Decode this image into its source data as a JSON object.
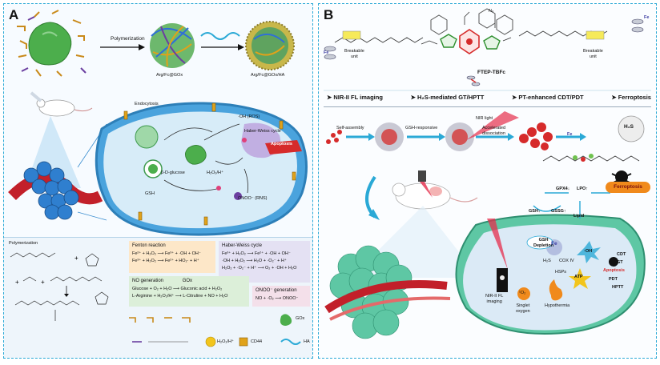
{
  "panel_a": {
    "label": "A",
    "synthesis": {
      "polymerization": "Polymerization",
      "product1": "Arg/Fc@GOx",
      "product2": "Arg/Fc@GOx/HA"
    },
    "cell": {
      "endocytosis": "Endocytosis",
      "oh_ros": "·OH\n(ROS)",
      "haber_weiss": "Haber-Weiss\ncycle",
      "apoptosis": "Apoptosis",
      "glucose": "β-D-glucose",
      "h2o2": "H₂O₂/H⁺",
      "gsh": "GSH",
      "onoo": "ONOO⁻\n(RNS)"
    },
    "legend": {
      "polymerization_title": "Polymerization",
      "fenton": {
        "title": "Fenton reaction",
        "eq1": "Fe²⁺ + H₂O₂ ⟶ Fe³⁺ + ·OH + OH⁻",
        "eq2": "Fe³⁺ + H₂O₂ ⟶ Fe²⁺ + HO₂· + H⁺"
      },
      "haber": {
        "title": "Haber-Weiss cycle",
        "eq1": "Fe³⁺ + H₂O₂ ⟶ Fe²⁺ + ·OH + OH⁻",
        "eq2": "·OH + H₂O₂ ⟶ H₂O + ·O₂⁻ + H⁺",
        "eq3": "H₂O₂ + ·O₂⁻ + H⁺ ⟶ O₂ + ·OH + H₂O"
      },
      "no": {
        "title": "NO generation",
        "gox": "GOx",
        "eq1": "Glucose + O₂ + H₂O ⟶ Gluconic acid + H₂O₂",
        "eq2": "L-Arginine + H₂O₂/H⁺ ⟶ L-Citruline + NO + H₂O"
      },
      "onoo": {
        "title": "ONOO⁻ generation",
        "eq": "NO + ·O₂ ⟶ ONOO⁻"
      },
      "gox_label": "GOx",
      "h2o2_label": "H₂O₂/H⁺",
      "cd44_label": "CD44",
      "ha_label": "HA"
    }
  },
  "panel_b": {
    "label": "B",
    "molecule": {
      "left_unit": "Breakable\nunit",
      "name": "FTEP-TBFc",
      "right_unit": "Breakable\nunit",
      "fe": "Fe",
      "n3": "N₃"
    },
    "features": [
      "NIR-II FL imaging",
      "H₂S-mediated GT/HPTT",
      "PT-enhanced CDT/PDT",
      "Ferroptosis"
    ],
    "process": {
      "self_assembly": "Self-assembly",
      "gsh_responsive": "GSH-responsive",
      "nir_light": "NIR light",
      "accelerated": "Accelerated\ndissociation",
      "h2s": "H₂S"
    },
    "ferro": {
      "gpx4": "GPX4↓",
      "lpo": "LPO↑",
      "gsh": "GSH↓",
      "gssg": "GSSG↑",
      "lipid": "Lipid",
      "ferroptosis": "Ferroptosis"
    },
    "tumor": {
      "gsh_depletion": "GSH\nDepletion",
      "fe": "Fe",
      "oh": "·OH",
      "cdt": "CDT",
      "gt": "GT",
      "pdt": "PDT",
      "hptt": "HPTT",
      "apoptosis": "Apoptosis",
      "cox": "COX IV",
      "h2s": "H₂S",
      "hsps": "HSPs",
      "atp": "ATP",
      "nir_ii": "NIR-II FL\nimaging",
      "singlet": "Singlet\noxygen",
      "hypothermia": "Hypothermia",
      "o2": "¹O₂"
    }
  },
  "colors": {
    "border": "#2aa9d6",
    "cell_blue": "#6fb6e6",
    "apoptosis_red": "#d62b2b",
    "ferroptosis_orange": "#f08a1c",
    "gox_green": "#4cae4c"
  }
}
